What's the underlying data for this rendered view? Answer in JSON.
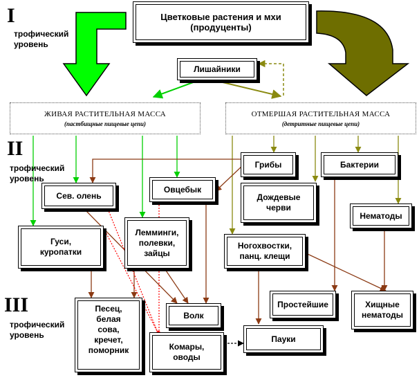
{
  "levels": {
    "I": {
      "numeral": "I",
      "label": "трофический\nуровень"
    },
    "II": {
      "numeral": "II",
      "label": "трофический\nуровень"
    },
    "III": {
      "numeral": "III",
      "label": "трофический\nуровень"
    }
  },
  "nodes": {
    "producers": "Цветковые растения и мхи\n(продуценты)",
    "lichens": "Лишайники",
    "living_mass": {
      "title": "ЖИВАЯ РАСТИТЕЛЬНАЯ  МАССА",
      "subtitle": "(пастбищные пищевые цепи)"
    },
    "dead_mass": {
      "title": "ОТМЕРШАЯ  РАСТИТЕЛЬНАЯ  МАССА",
      "subtitle": "(детритные пищевые цепи)"
    },
    "fungi": "Грибы",
    "bacteria": "Бактерии",
    "reindeer": "Сев. олень",
    "muskox": "Овцебык",
    "earthworms": "Дождевые\nчерви",
    "nematodes": "Нематоды",
    "geese": "Гуси,\nкуропатки",
    "lemmings": "Лемминги,\nполевки,\nзайцы",
    "harvestmen": "Ногохвостки,\nпанц. клещи",
    "protozoa": "Простейшие",
    "pred_nematodes": "Хищные\nнематоды",
    "arctic_fox": "Песец,\nбелая\nсова,\nкречет,\nпоморник",
    "wolf": "Волк",
    "mosquitoes": "Комары,\nоводы",
    "spiders": "Пауки"
  },
  "colors": {
    "green_arrow": "#00ff00",
    "olive_arrow": "#6e6e00",
    "green_line": "#00d000",
    "olive_line": "#8a8a10",
    "brown_line": "#8b3a14",
    "red_dotted": "#ff0000"
  }
}
